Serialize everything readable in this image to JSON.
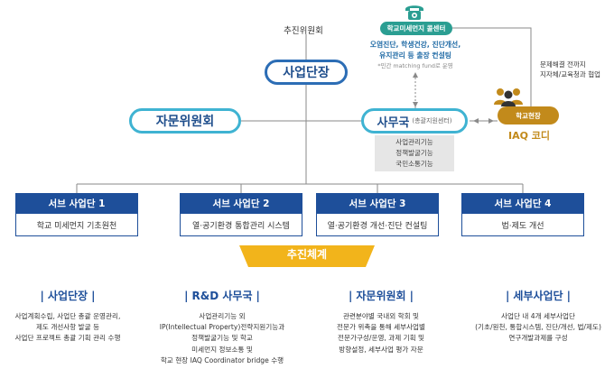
{
  "committee": "추진위원회",
  "leader": "사업단장",
  "advisory": "자문위원회",
  "office": {
    "title": "사무국",
    "subtitle": "(총괄지원센터)"
  },
  "office_tasks": [
    "사업관리기능",
    "정책발굴기능",
    "국민소통기능"
  ],
  "call_center": {
    "label": "학교미세먼지 콜센터",
    "desc": [
      "오염진단, 학생건강, 진단개선,",
      "유지관리 등 출장 컨설팅"
    ],
    "note": "*민간 matching fund로 운영"
  },
  "collaboration": [
    "문제해결 전까지",
    "지자체/교육청과 협업"
  ],
  "school_site": {
    "label": "학교현장",
    "iaq": "IAQ 코디"
  },
  "sub_groups": [
    {
      "title": "서브 사업단 1",
      "body": "학교 미세먼지 기초원천"
    },
    {
      "title": "서브 사업단 2",
      "body": "열·공기환경 통합관리 시스템"
    },
    {
      "title": "서브 사업단 3",
      "body": "열·공기환경 개선·진단 컨설팅"
    },
    {
      "title": "서브 사업단 4",
      "body": "법·제도 개선"
    }
  ],
  "system_label": "추진체계",
  "roles": [
    {
      "title": "사업단장",
      "lines": [
        "사업계획수립, 사업단 총괄 운영관리,",
        "제도 개선사항 발굴 등",
        "사업단 프로젝트 총괄 기획 관리 수행"
      ]
    },
    {
      "title": "R&D 사무국",
      "lines": [
        "사업관리기능 외",
        "IP(Intellectual Property)전략지원기능과",
        "정책발굴기능 및 학교",
        "미세먼지 정보소통 및",
        "학교 현장 IAQ Coordinator bridge 수행"
      ]
    },
    {
      "title": "자문위원회",
      "lines": [
        "관련분야별 국내외 학회 및",
        "전문가 위촉을 통해 세부사업별",
        "전문가구성/운영, 과제 기획 및",
        "방향설정, 세부사업 평가 자문"
      ]
    },
    {
      "title": "세부사업단",
      "lines": [
        "사업단 내 4개 세부사업단",
        "(기초/원천, 통합시스템, 진단/개선, 법/제도)",
        "연구개발과제를 구성"
      ]
    }
  ]
}
